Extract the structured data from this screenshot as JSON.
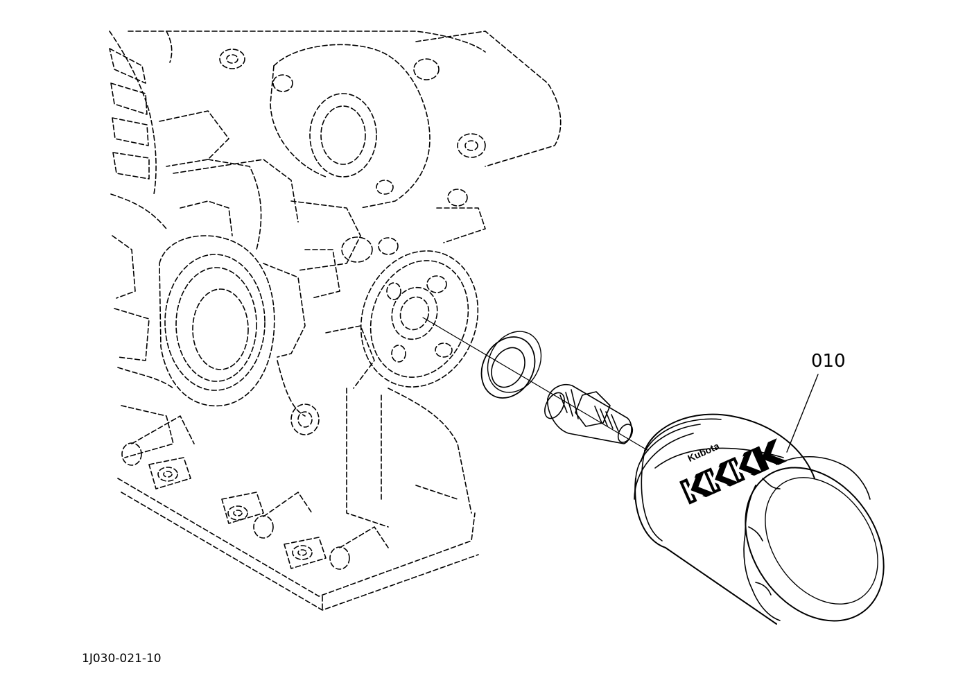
{
  "callouts": [
    {
      "label": "010",
      "part": "oil-filter-cartridge"
    }
  ],
  "figure_id": "1J030-021-10",
  "filter_brand": "Kubota",
  "colors": {
    "line": "#000000",
    "background": "#ffffff"
  }
}
